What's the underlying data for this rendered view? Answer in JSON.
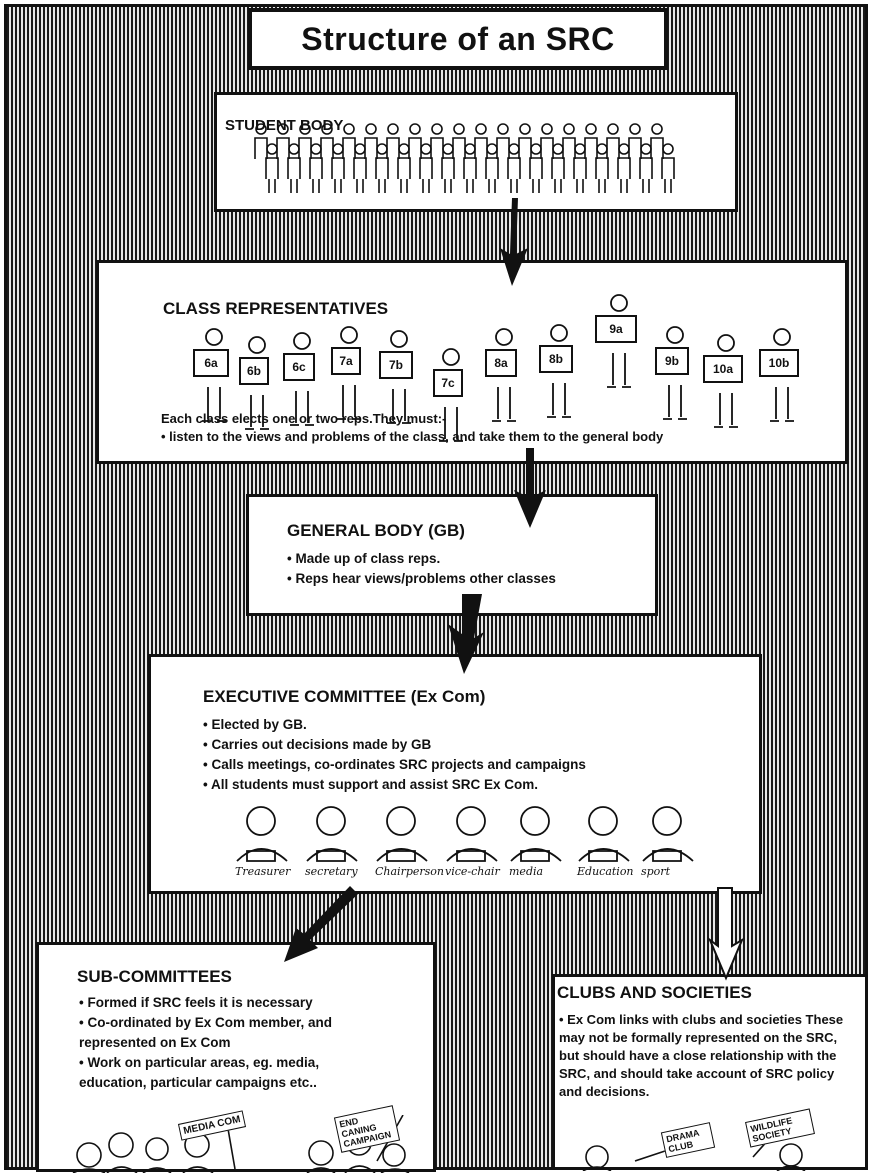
{
  "title": "Structure of an SRC",
  "student_body": {
    "heading": "STUDENT BODY"
  },
  "class_reps": {
    "heading": "CLASS REPRESENTATIVES",
    "signs": [
      "6a",
      "6b",
      "6c",
      "7a",
      "7b",
      "7c",
      "8a",
      "8b",
      "9a",
      "9b",
      "10a",
      "10b"
    ],
    "text1": "Each class elects one or two reps.They must:-",
    "text2": "• listen to the views and problems of the class, and take them to the general body"
  },
  "general_body": {
    "heading": "GENERAL BODY (GB)",
    "bullets": [
      "Made up of class reps.",
      "Reps hear views/problems other classes"
    ]
  },
  "executive": {
    "heading": "EXECUTIVE COMMITTEE (Ex Com)",
    "bullets": [
      "Elected by GB.",
      "Carries out decisions made by GB",
      "Calls meetings, co-ordinates SRC projects and campaigns",
      "All students must support and assist SRC Ex Com."
    ],
    "roles": [
      "Treasurer",
      "secretary",
      "Chairperson",
      "vice-chair",
      "media",
      "Education",
      "sport"
    ]
  },
  "sub_committees": {
    "heading": "SUB-COMMITTEES",
    "bullets": [
      "Formed if SRC feels it is necessary",
      "Co-ordinated by Ex Com member, and represented on Ex Com",
      "Work on particular areas, eg. media, education, particular campaigns etc.."
    ],
    "placards": [
      "MEDIA COM",
      "END CANING CAMPAIGN"
    ]
  },
  "clubs": {
    "heading": "CLUBS AND SOCIETIES",
    "text": "• Ex Com links with clubs and societies These may not be formally represented on the SRC, but should have a close relationship with the SRC, and should take account of SRC policy and decisions.",
    "placards": [
      "DRAMA CLUB",
      "WILDLIFE SOCIETY"
    ]
  }
}
